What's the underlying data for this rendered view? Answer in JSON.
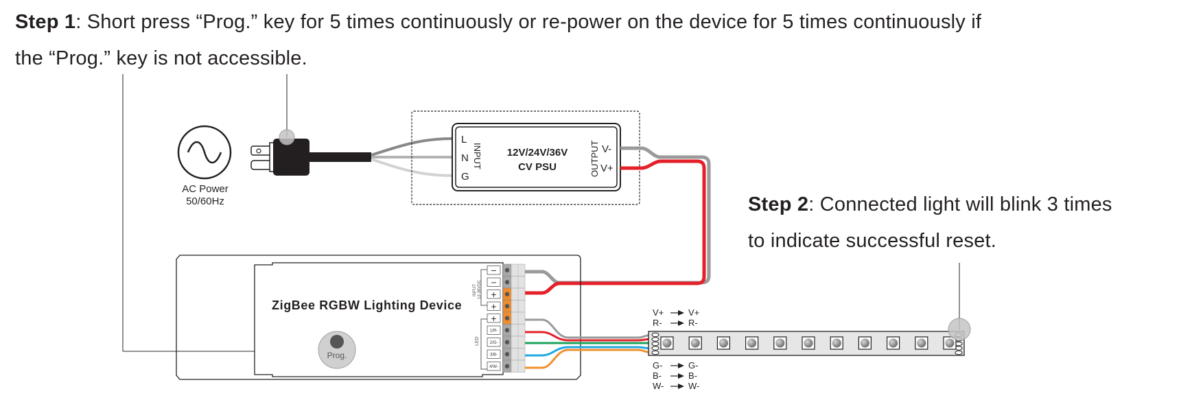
{
  "step1": {
    "label": "Step 1",
    "text_line1": ": Short press “Prog.” key for 5 times continuously or re-power on the device for 5 times continuously if",
    "text_line2": "the “Prog.” key is not accessible."
  },
  "step2": {
    "label": "Step 2",
    "text_line1": ": Connected light will blink 3 times",
    "text_line2": "to indicate successful reset."
  },
  "ac_power": {
    "icon": "ac-sine-icon",
    "line1": "AC Power",
    "line2": "50/60Hz"
  },
  "psu": {
    "title_line1": "12V/24V/36V",
    "title_line2": "CV PSU",
    "input_label": "INPUT",
    "output_label": "OUTPUT",
    "input_pins": [
      "L",
      "N",
      "G"
    ],
    "output_pins": [
      "V-",
      "V+"
    ]
  },
  "device": {
    "title": "ZigBee RGBW Lighting Device",
    "prog_button_label": "Prog.",
    "input_group_label": "INPUT",
    "input_group_sublabel": "12-36VDC",
    "led_group_label": "LED",
    "terminals": [
      "−",
      "−",
      "+",
      "+",
      "+",
      "1/R-",
      "2/G-",
      "3/B-",
      "4/W-"
    ]
  },
  "strip": {
    "mapping": [
      {
        "from": "V+",
        "to": "V+"
      },
      {
        "from": "R-",
        "to": "R-"
      },
      {
        "from": "G-",
        "to": "G-"
      },
      {
        "from": "B-",
        "to": "B-"
      },
      {
        "from": "W-",
        "to": "W-"
      }
    ],
    "led_count": 11
  },
  "colors": {
    "text": "#231f20",
    "wire_gray": "#9a9a9a",
    "wire_red": "#e4202a",
    "wire_green": "#1aa35a",
    "wire_blue": "#1fa8e0",
    "wire_orange": "#f0902c",
    "terminal_orange": "#f28c28",
    "terminal_gray": "#a8a8a8",
    "callout_gray": "#bdbdbd"
  }
}
